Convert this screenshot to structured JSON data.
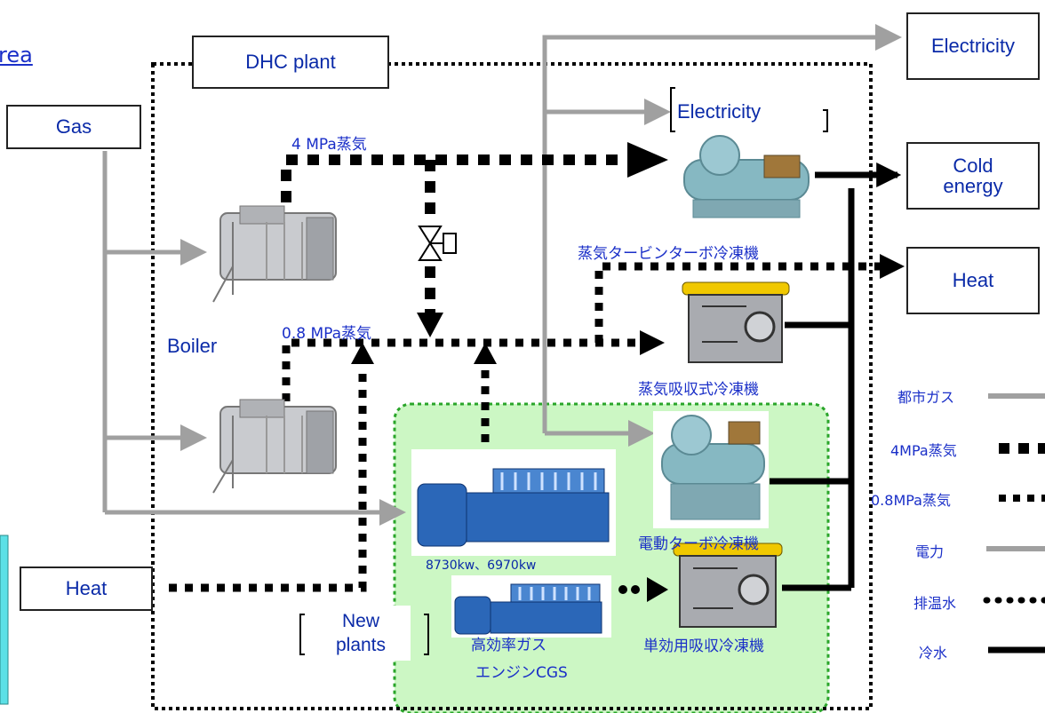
{
  "area_label": "rea",
  "dhc_plant": "DHC plant",
  "inputs": {
    "gas": "Gas",
    "heat": "Heat"
  },
  "outputs": {
    "electricity": "Electricity",
    "cold_energy": "Cold energy",
    "heat": "Heat"
  },
  "internal_electricity": "Electricity",
  "steam_4mpa": "4 MPa蒸気",
  "steam_08mpa": "0.8 MPa蒸気",
  "boiler": "Boiler",
  "new_plants": "New plants",
  "equipment": {
    "steam_turbine_chiller": "蒸気タービンターボ冷凍機",
    "steam_absorption_chiller": "蒸気吸収式冷凍機",
    "electric_turbo_chiller": "電動ターボ冷凍機",
    "single_effect_absorption": "単効用吸収冷凍機",
    "gas_engine_line1": "高効率ガス",
    "gas_engine_line2": "エンジンCGS",
    "engine_capacity": "8730kw、6970kw"
  },
  "legend": [
    {
      "label": "都市ガス",
      "style": "gray-solid"
    },
    {
      "label": "4MPa蒸気",
      "style": "black-large-dash"
    },
    {
      "label": "0.8MPa蒸気",
      "style": "black-small-dash"
    },
    {
      "label": "電力",
      "style": "gray-solid"
    },
    {
      "label": "排温水",
      "style": "black-dots"
    },
    {
      "label": "冷水",
      "style": "black-solid"
    }
  ],
  "colors": {
    "label_blue": "#1a2fc8",
    "flow_gray": "#a0a0a0",
    "new_plants_fill": "#ccf7c4",
    "new_plants_border": "#2aa52a",
    "side_panel": "#5ce0e6"
  }
}
